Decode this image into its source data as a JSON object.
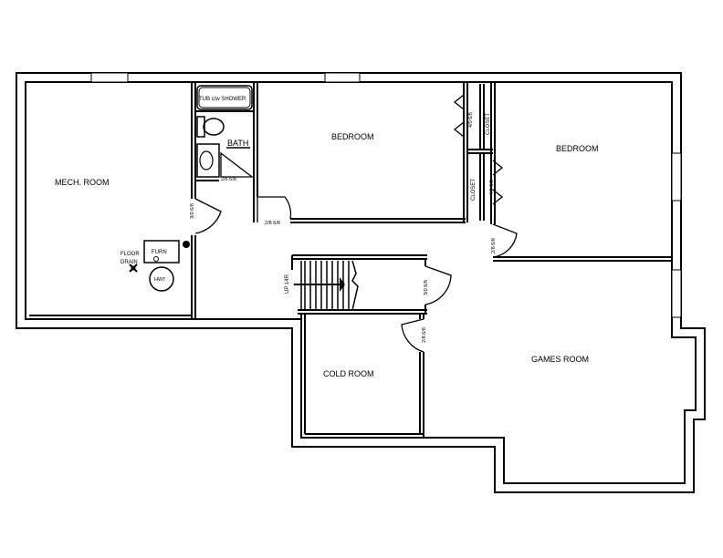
{
  "rooms": {
    "mech_room": "MECH. ROOM",
    "bedroom_1": "BEDROOM",
    "bedroom_2": "BEDROOM",
    "bath": "BATH",
    "tub": "TUB c/w SHOWER",
    "cold_room": "COLD ROOM",
    "games_room": "GAMES ROOM",
    "closet_1": "CLOSET",
    "closet_2": "CLOSET"
  },
  "fixtures": {
    "floor_drain_line1": "FLOOR",
    "floor_drain_line2": "DRAIN",
    "furnace": "FURN",
    "hot_water_tank": "HWT",
    "stairs": "UP 14R"
  },
  "door_sizes": {
    "bath_door": "2/6 6/8",
    "mech_door": "3/0 6/8",
    "bedroom1_door": "2/8 6/8",
    "closet1_door": "4/0 6/8",
    "closet2_door": "4/0 6/8",
    "bedroom2_door": "2/8 6/8",
    "stair_door": "3/0 6/8",
    "cold_room_door": "2/8 6/8"
  }
}
